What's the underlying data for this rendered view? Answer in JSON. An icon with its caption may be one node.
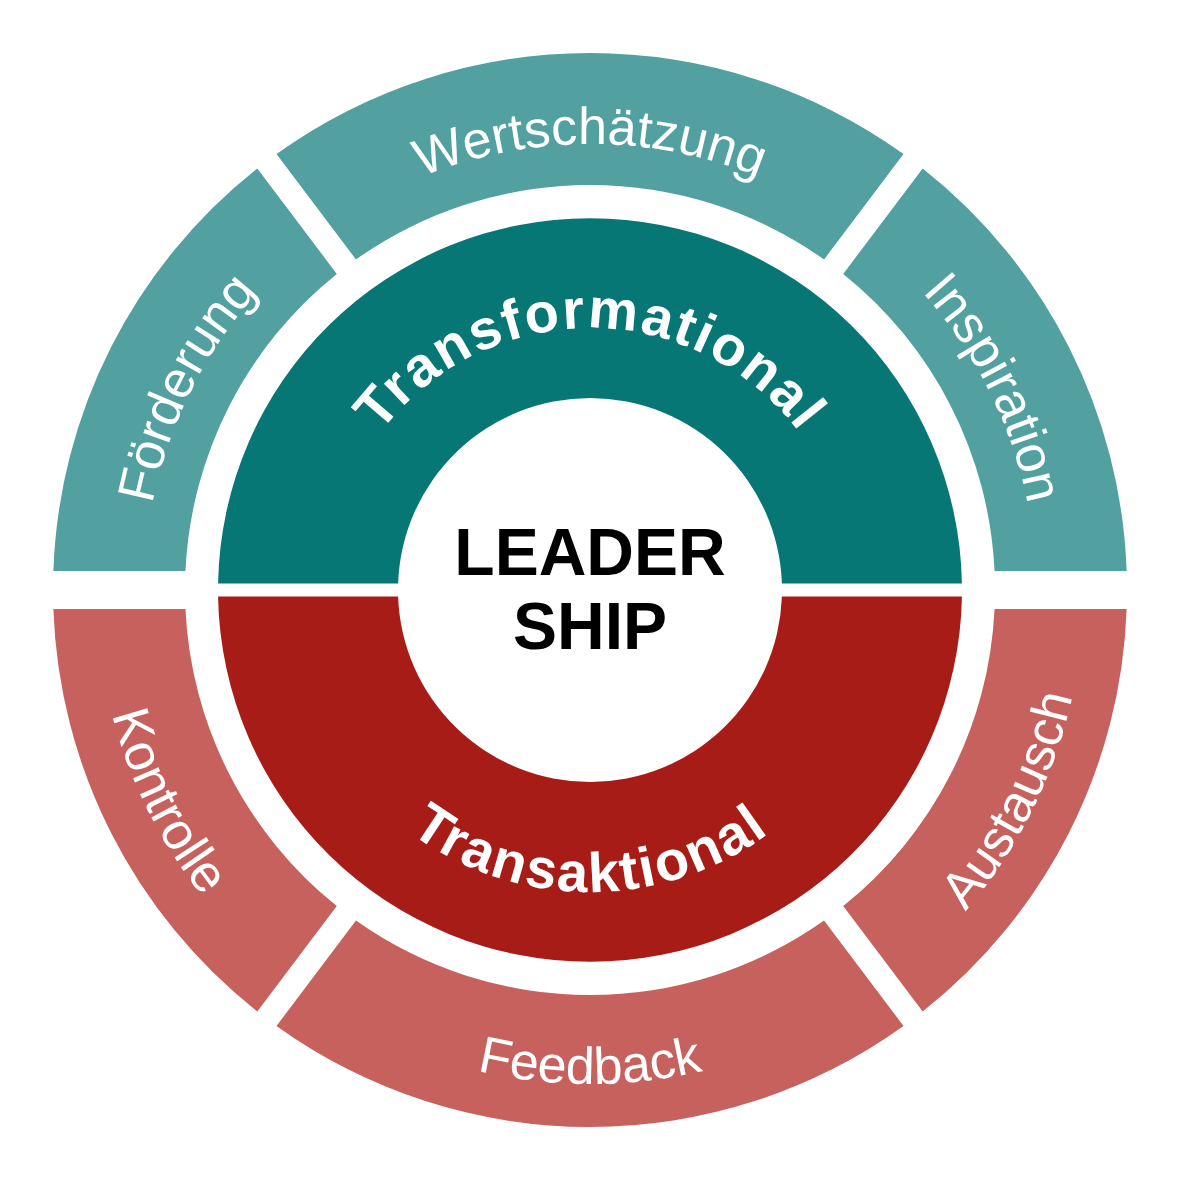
{
  "diagram": {
    "nodes": [
      {
        "text": [
          "LEADER SHIP"
        ]
      },
      {
        "text": [
          "Transformational"
        ]
      },
      {
        "text": [
          "Transaktional"
        ]
      },
      {
        "text": [
          "Förderung"
        ]
      },
      {
        "text": [
          "Wertschätzung"
        ]
      },
      {
        "text": [
          "Inspiration"
        ]
      },
      {
        "text": [
          "Kontrolle"
        ]
      },
      {
        "text": [
          "Feedback"
        ]
      },
      {
        "text": [
          "Austausch"
        ]
      }
    ]
  }
}
